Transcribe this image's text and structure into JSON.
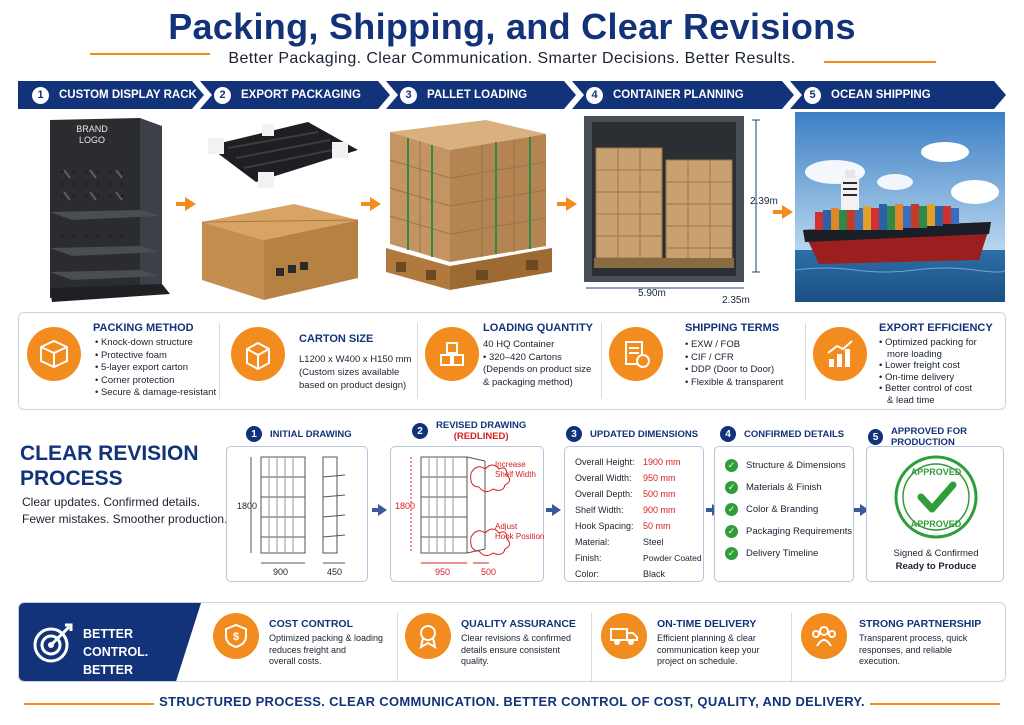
{
  "title": "Packing, Shipping, and Clear Revisions",
  "subtitle": "Better Packaging. Clear Communication. Smarter Decisions. Better Results.",
  "steps": [
    {
      "num": "1",
      "label": "CUSTOM DISPLAY RACK"
    },
    {
      "num": "2",
      "label": "EXPORT PACKAGING"
    },
    {
      "num": "3",
      "label": "PALLET LOADING"
    },
    {
      "num": "4",
      "label": "CONTAINER PLANNING"
    },
    {
      "num": "5",
      "label": "OCEAN SHIPPING"
    }
  ],
  "rack_logo": {
    "line1": "BRAND",
    "line2": "LOGO"
  },
  "container_dims": {
    "height": "2.39m",
    "length": "5.90m",
    "width": "2.35m"
  },
  "info": [
    {
      "title": "PACKING METHOD",
      "items": [
        "Knock-down structure",
        "Protective foam",
        "5-layer export carton",
        "Corner protection",
        "Secure & damage-resistant"
      ]
    },
    {
      "title": "CARTON SIZE",
      "lines": [
        "L1200 x W400 x H150 mm",
        "(Custom sizes available",
        "based on product design)"
      ]
    },
    {
      "title": "LOADING QUANTITY",
      "lines": [
        "40 HQ Container",
        "• 320–420 Cartons",
        "(Depends on product size",
        "& packaging method)"
      ]
    },
    {
      "title": "SHIPPING TERMS",
      "items": [
        "EXW / FOB",
        "CIF / CFR",
        "DDP (Door to Door)",
        "Flexible & transparent"
      ]
    },
    {
      "title": "EXPORT EFFICIENCY",
      "items": [
        "Optimized packing for",
        "Lower freight cost",
        "On-time delivery",
        "Better control of cost"
      ],
      "cont1": "more loading",
      "cont2": "& lead time"
    }
  ],
  "revision": {
    "title_line1": "CLEAR REVISION",
    "title_line2": "PROCESS",
    "sub_line1": "Clear updates. Confirmed details.",
    "sub_line2": "Fewer mistakes. Smoother production."
  },
  "rev_steps": [
    {
      "num": "1",
      "label": "INITIAL DRAWING"
    },
    {
      "num": "2",
      "label": "REVISED DRAWING",
      "sublabel": "(REDLINED)"
    },
    {
      "num": "3",
      "label": "UPDATED DIMENSIONS"
    },
    {
      "num": "4",
      "label": "CONFIRMED DETAILS"
    },
    {
      "num": "5",
      "label": "APPROVED FOR PRODUCTION"
    }
  ],
  "initial_drawing": {
    "height": "1800",
    "width": "900",
    "depth": "450"
  },
  "revised_drawing": {
    "height": "1800",
    "width": "950",
    "depth": "500",
    "note1a": "Increase",
    "note1b": "Shelf Width",
    "note2a": "Adjust",
    "note2b": "Hook Position"
  },
  "dimensions": [
    {
      "label": "Overall Height:",
      "value": "1900 mm"
    },
    {
      "label": "Overall Width:",
      "value": "950 mm"
    },
    {
      "label": "Overall Depth:",
      "value": "500 mm"
    },
    {
      "label": "Shelf Width:",
      "value": "900 mm"
    },
    {
      "label": "Hook Spacing:",
      "value": "50 mm"
    },
    {
      "label": "Material:",
      "value": "Steel"
    },
    {
      "label": "Finish:",
      "value": "Powder Coated"
    },
    {
      "label": "Color:",
      "value": "Black"
    }
  ],
  "confirmed": [
    "Structure & Dimensions",
    "Materials & Finish",
    "Color & Branding",
    "Packaging Requirements",
    "Delivery Timeline"
  ],
  "approved": {
    "stamp": "APPROVED",
    "line1": "Signed & Confirmed",
    "line2": "Ready to Produce"
  },
  "bottom": {
    "left_line1": "BETTER CONTROL.",
    "left_line2": "BETTER OUTCOME.",
    "items": [
      {
        "title": "COST CONTROL",
        "lines": [
          "Optimized packing & loading",
          "reduces freight and",
          "overall costs."
        ]
      },
      {
        "title": "QUALITY ASSURANCE",
        "lines": [
          "Clear revisions & confirmed",
          "details ensure consistent",
          "quality."
        ]
      },
      {
        "title": "ON-TIME DELIVERY",
        "lines": [
          "Efficient planning & clear",
          "communication keep your",
          "project on schedule."
        ]
      },
      {
        "title": "STRONG PARTNERSHIP",
        "lines": [
          "Transparent process, quick",
          "responses, and reliable",
          "execution."
        ]
      }
    ]
  },
  "footer": "STRUCTURED PROCESS. CLEAR COMMUNICATION. BETTER CONTROL OF COST, QUALITY, AND DELIVERY.",
  "colors": {
    "navy": "#12337a",
    "orange": "#f28c1e",
    "green": "#2f9e3a",
    "red": "#d62020"
  }
}
